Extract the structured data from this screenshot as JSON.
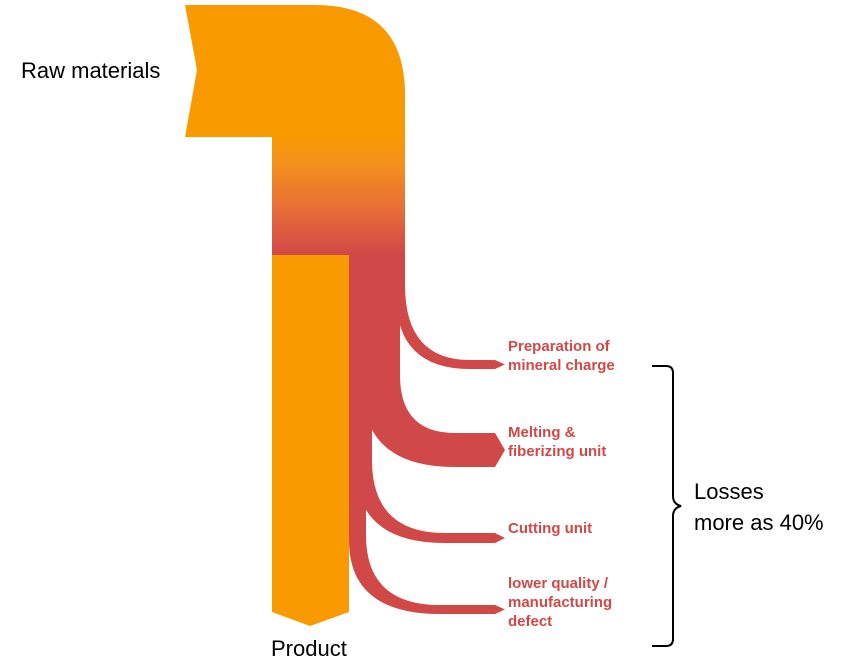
{
  "diagram": {
    "type": "sankey",
    "input_label": "Raw materials",
    "output_label": "Product",
    "losses": [
      {
        "id": "preparation",
        "label": "Preparation of\nmineral charge"
      },
      {
        "id": "melting",
        "label": "Melting &\nfiberizing unit"
      },
      {
        "id": "cutting",
        "label": "Cutting unit"
      },
      {
        "id": "quality",
        "label": "lower quality /\nmanufacturing\ndefect"
      }
    ],
    "summary_label": "Losses\nmore as 40%",
    "colors": {
      "input": "#f89a00",
      "product": "#f89a00",
      "loss": "#d04848",
      "brace": "#000000"
    }
  }
}
